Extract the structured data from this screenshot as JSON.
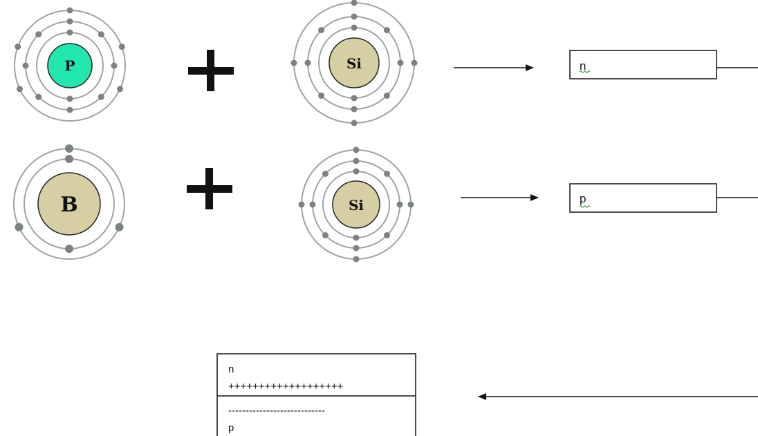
{
  "atoms": {
    "phosphorus": {
      "symbol": "P",
      "nucleus_color": "#22e8b0",
      "shells": [
        2,
        8,
        5
      ]
    },
    "silicon_top": {
      "symbol": "Si",
      "nucleus_color": "#d6cfa4",
      "shells": [
        2,
        8,
        4
      ]
    },
    "boron": {
      "symbol": "B",
      "nucleus_color": "#d6cfa4",
      "shells": [
        2,
        3
      ]
    },
    "silicon_bottom": {
      "symbol": "Si",
      "nucleus_color": "#d6cfa4",
      "shells": [
        2,
        8,
        4
      ]
    }
  },
  "operators": {
    "plus_symbol": "+"
  },
  "results": {
    "n_type_label": "n",
    "p_type_label": "p"
  },
  "junction": {
    "n_label": "n",
    "positive_charges": "+++++++++++++++++++",
    "negative_charges": "----------------------------",
    "p_label": "p"
  },
  "colors": {
    "orbit": "#9ea3a3",
    "electron": "#7c8282",
    "line": "#111111",
    "squiggle": "#3a9a3a"
  }
}
